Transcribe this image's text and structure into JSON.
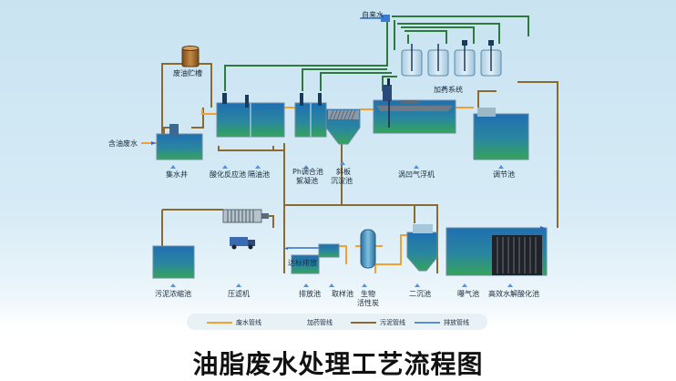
{
  "labels": {
    "tap_water": "自来水",
    "waste_oil_tank": "废油贮槽",
    "dosing_system": "加药系统",
    "oily_wastewater": "含油废水",
    "collection_well": "集水井",
    "acidification_tank": "酸化反应池",
    "oil_separation_tank": "隔油池",
    "ph_mixing_tank": "Ph调合池",
    "coagulation_tank": "絮凝池",
    "inclined_plate_1": "斜板",
    "inclined_plate_2": "沉淀池",
    "air_flotation": "涡凹气浮机",
    "equalization_tank": "调节池",
    "sludge_thickener": "污泥浓缩池",
    "filter_press": "压滤机",
    "discharge_compliant": "达标排放",
    "discharge_tank": "排放池",
    "sampling_tank": "取样池",
    "bio_carbon_1": "生物",
    "bio_carbon_2": "活性炭",
    "secondary_settling": "二沉池",
    "aeration_tank": "曝气池",
    "high_efficiency_oxidation": "高效水解酸化池"
  },
  "legend": [
    {
      "label": "废水管线",
      "color": "#f2a030"
    },
    {
      "label": "加药管线",
      "color": "#2e7a3c"
    },
    {
      "label": "污泥管线",
      "color": "#8a6a30"
    },
    {
      "label": "排放管线",
      "color": "#5a8fd8"
    }
  ],
  "title": "油脂废水处理工艺流程图",
  "colors": {
    "wastewater": "#f2a030",
    "dosing": "#2e7a3c",
    "sludge": "#8a6a30",
    "discharge": "#5a8fd8",
    "water_top": "#1f6fb0",
    "water_bottom": "#2e9a55"
  }
}
